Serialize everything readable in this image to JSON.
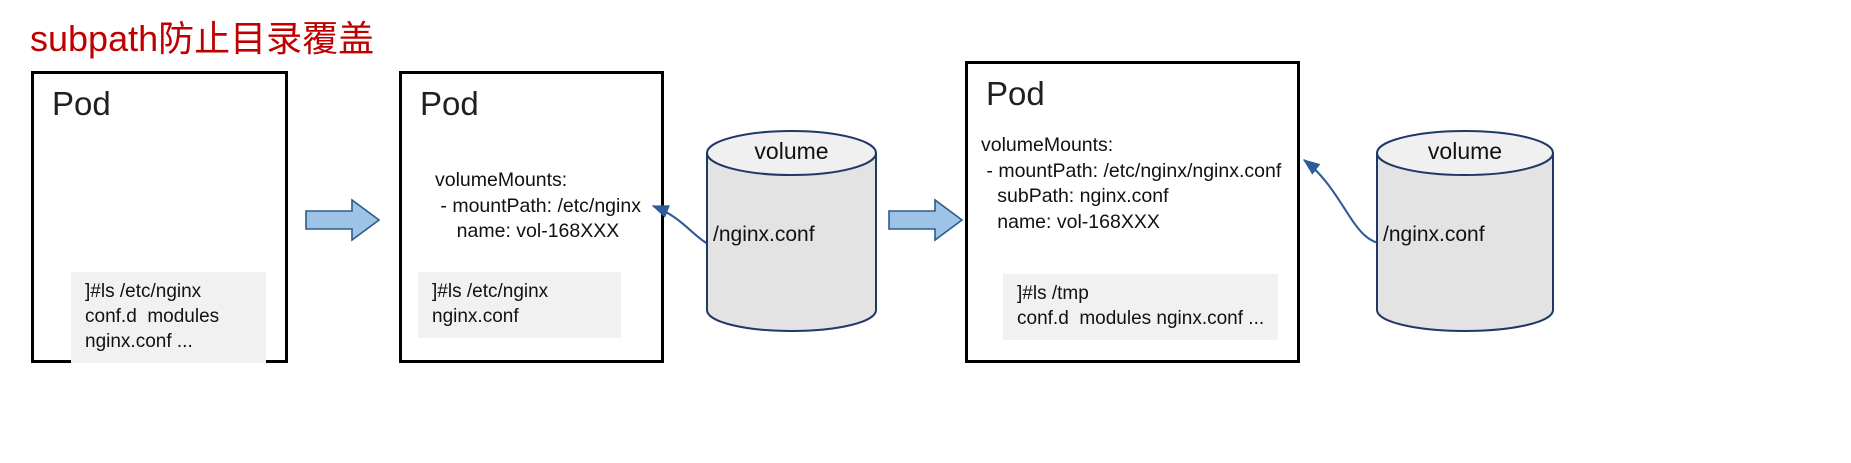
{
  "title": "subpath防止目录覆盖",
  "colors": {
    "title": "#c00000",
    "pod_border": "#000000",
    "arrow_fill": "#9dc3e6",
    "arrow_stroke": "#2e5c8a",
    "cylinder_fill": "#e3e3e3",
    "cylinder_stroke": "#1f3864",
    "terminal_bg": "#f1f1f1",
    "curve_stroke": "#2e5c9a"
  },
  "pods": [
    {
      "id": "pod-1",
      "label": "Pod",
      "yaml": "",
      "terminal": "]#ls /etc/nginx\nconf.d  modules\nnginx.conf ..."
    },
    {
      "id": "pod-2",
      "label": "Pod",
      "yaml": "volumeMounts:\n - mountPath: /etc/nginx\n    name: vol-168XXX",
      "terminal": "]#ls /etc/nginx\nnginx.conf"
    },
    {
      "id": "pod-3",
      "label": "Pod",
      "yaml": "volumeMounts:\n - mountPath: /etc/nginx/nginx.conf\n   subPath: nginx.conf\n   name: vol-168XXX",
      "terminal": "]#ls /tmp\nconf.d  modules nginx.conf ..."
    }
  ],
  "volumes": [
    {
      "id": "volume-1",
      "label": "volume",
      "content": "/nginx.conf"
    },
    {
      "id": "volume-2",
      "label": "volume",
      "content": "/nginx.conf"
    }
  ],
  "arrows": [
    {
      "id": "flow-arrow-1"
    },
    {
      "id": "flow-arrow-2"
    }
  ],
  "connectors": [
    {
      "id": "mount-connector-1"
    },
    {
      "id": "mount-connector-2"
    }
  ]
}
